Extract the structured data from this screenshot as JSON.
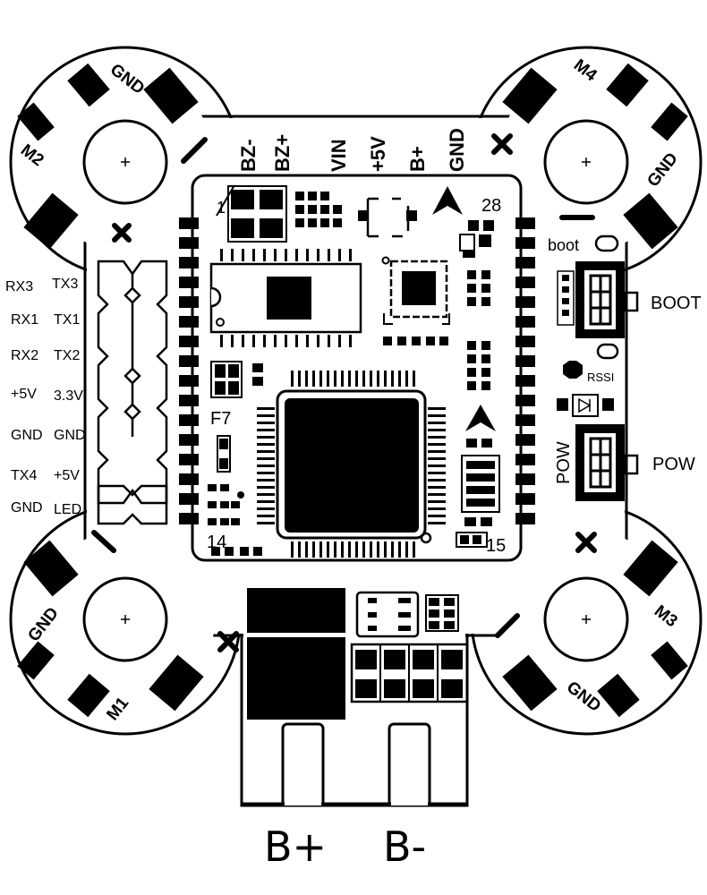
{
  "top_header_labels": [
    "BZ-",
    "BZ+",
    "VIN",
    "+5V",
    "B+",
    "GND"
  ],
  "pad_labels": {
    "m2_gnd": "GND",
    "m2": "M2",
    "m4": "M4",
    "m4_gnd": "GND",
    "m1_gnd": "GND",
    "m1": "M1",
    "m3": "M3",
    "m3_gnd": "GND"
  },
  "uart_left": [
    "RX3",
    "RX1",
    "RX2",
    "+5V",
    "GND",
    "TX4",
    "GND"
  ],
  "uart_right": [
    "TX3",
    "TX1",
    "TX2",
    "3.3V",
    "GND",
    "+5V",
    "LED"
  ],
  "chip_labels": {
    "pin1": "1",
    "pin28": "28",
    "pin15": "15",
    "pin14": "14",
    "mcu_series": "F7"
  },
  "side_labels": {
    "boot_small": "boot",
    "boot_button": "BOOT",
    "rssi": "RSSI",
    "pow_vertical": "POW",
    "pow_button": "POW"
  },
  "power_labels": {
    "b_plus": "B+",
    "b_minus": "B-"
  },
  "colors": {
    "ink": "#000000",
    "paper": "#ffffff"
  }
}
